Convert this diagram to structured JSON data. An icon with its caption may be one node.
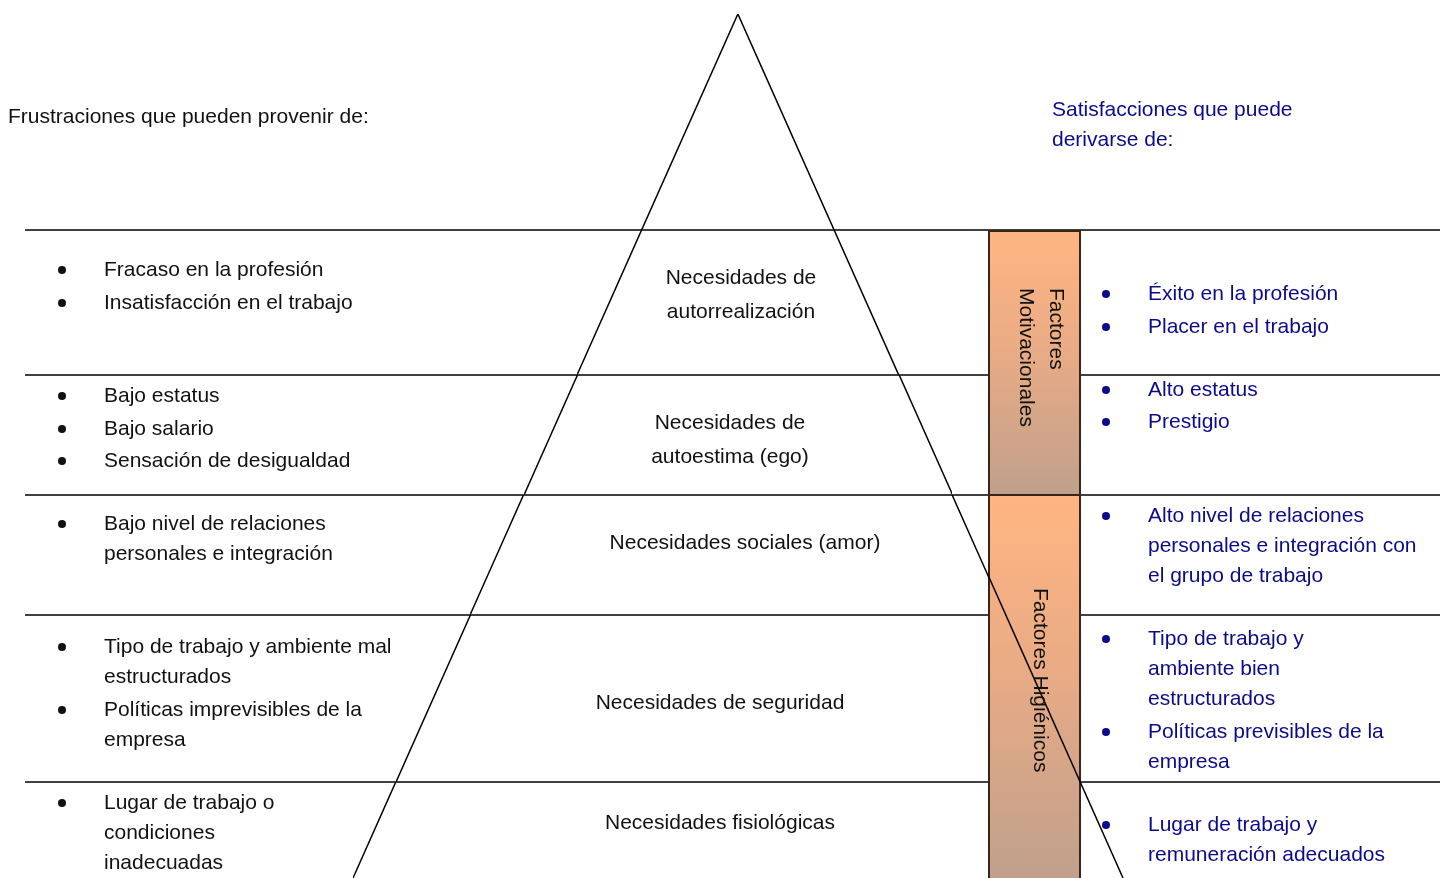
{
  "diagram": {
    "nodes": [
      {
        "text": [
          "Necesidades de autorrealización"
        ]
      },
      {
        "text": [
          "Necesidades de autoestima (ego)"
        ]
      },
      {
        "text": [
          "Necesidades sociales (amor)"
        ]
      },
      {
        "text": [
          "Necesidades de seguridad"
        ]
      },
      {
        "text": [
          "Necesidades fisiológicas"
        ]
      },
      {
        "text": [
          "Factores Motivacionales"
        ]
      },
      {
        "text": [
          "Factores Higiénicos"
        ]
      }
    ],
    "edges": [],
    "labels": [
      "Frustraciones que pueden provenir de:",
      "Satisfacciones que puede derivarse de:",
      "Fracaso en la profesión",
      "Insatisfacción en el trabajo",
      "Éxito en la profesión",
      "Placer en el trabajo",
      "Bajo estatus",
      "Bajo salario",
      "Sensación de desigualdad",
      "Alto estatus",
      "Prestigio",
      "Bajo nivel de relaciones personales e integración",
      "Alto nivel de relaciones personales e integración con el grupo de trabajo",
      "Tipo de trabajo y ambiente mal estructurados",
      "Políticas imprevisibles de la empresa",
      "Tipo de trabajo y ambiente bien estructurados",
      "Políticas previsibles de la empresa",
      "Lugar de trabajo o condiciones inadecuadas",
      "Lugar de trabajo y remuneración adecuados"
    ]
  }
}
